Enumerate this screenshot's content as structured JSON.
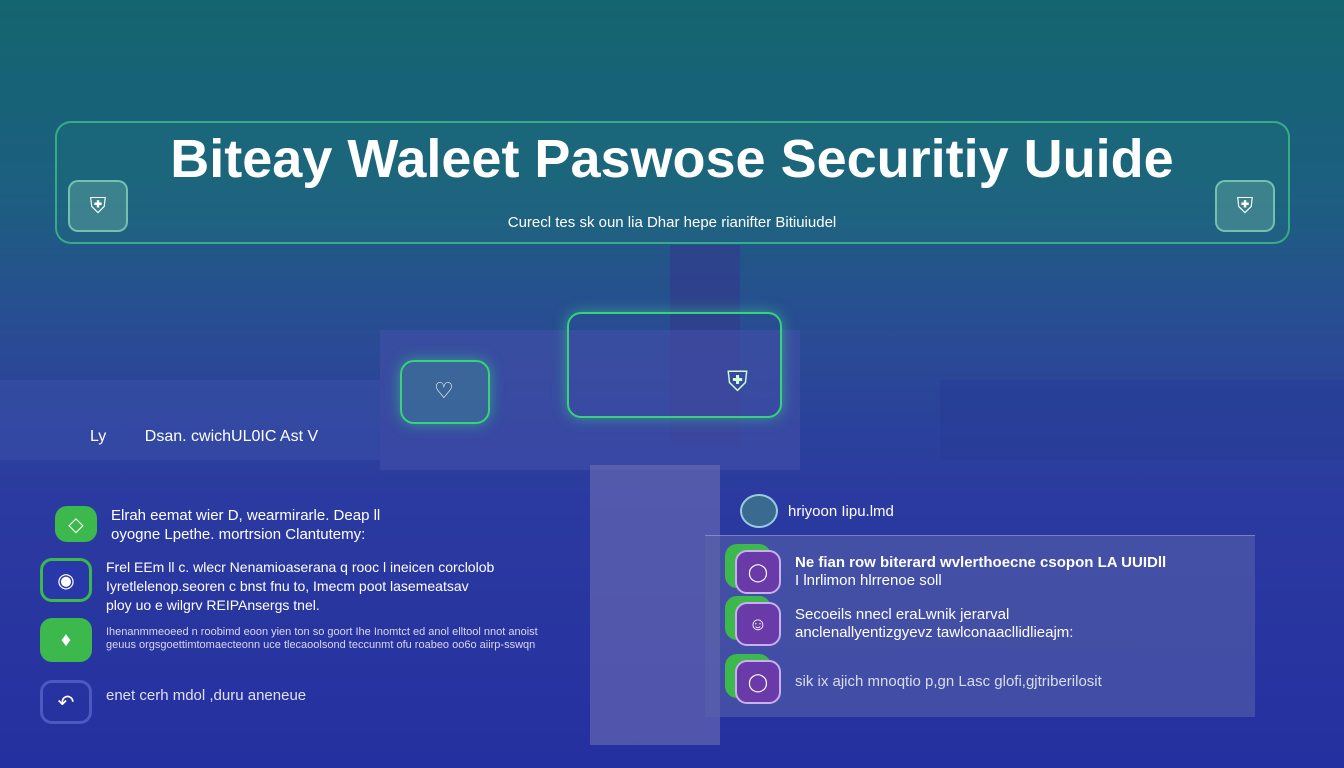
{
  "header": {
    "title": "Biteay Waleet Paswose Securitiy Uuide",
    "subtitle": "Curecl tes sk oun lia Dhar hepe rianifter Bitiuiudel"
  },
  "left_heading": {
    "prefix": "Ly",
    "text": "Dsan. cwichUL0IC Ast V"
  },
  "left_items": [
    {
      "icon": "gem-icon",
      "lines": [
        "Elrah eemat wier D, wearmirarle. Deap ll",
        "oyogne Lpethe. mortrsion Clantutemy:"
      ]
    },
    {
      "icon": "wallet-icon",
      "lines": [
        "Frel EEm ll c. wlecr Nenamioaserana q rooc l ineicen corclolob",
        "Iyretlelenop.seoren c bnst fnu to, Imecm poot lasemeatsav",
        "ploy uo e wilgrv   REIPAnsergs tnel."
      ]
    },
    {
      "icon": "key-icon",
      "lines": [
        "Ihenanmmeoeed n roobimd eoon yien ton so goort Ihe Inomtct ed anol elltool nnot anoist",
        "geuus orgsgoettimtomaecteonn uce tlecaoolsond teccunmt ofu roabeo oo6o aiirp-sswqn"
      ]
    },
    {
      "icon": "shield-icon",
      "lines": [
        "enet cerh mdol ,duru aneneue"
      ]
    }
  ],
  "right_panel": {
    "heading": "hriyoon Iipu.lmd",
    "items": [
      {
        "lines": [
          "Ne fian row biterard wvlerthoecne csopon LA UUIDll",
          "I lnrlimon hlrrenoe soll"
        ]
      },
      {
        "lines": [
          "Secoeils nnecl eraLwnik jerarval",
          "anclenallyentizgyevz tawlconaacllidlieajm:"
        ]
      },
      {
        "lines": [
          "sik ix ajich mnoqtio p,gn Lasc glofi,gjtriberilosit"
        ]
      }
    ]
  },
  "colors": {
    "accent": "#3cb84c",
    "purple": "#6a3aa8"
  }
}
